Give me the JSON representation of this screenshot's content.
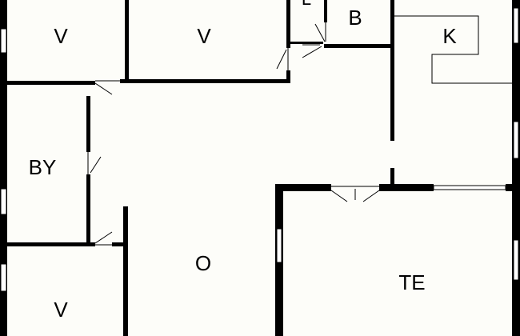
{
  "floorplan": {
    "rooms": {
      "bedroom_top_left": "V",
      "bedroom_top_middle": "V",
      "toilet": "L",
      "bathroom": "B",
      "kitchen": "K",
      "utility": "BY",
      "living": "O",
      "terrace": "TE",
      "bedroom_bottom_left": "V"
    }
  },
  "colors": {
    "background": "#fdfdf9",
    "wall": "#000000"
  }
}
